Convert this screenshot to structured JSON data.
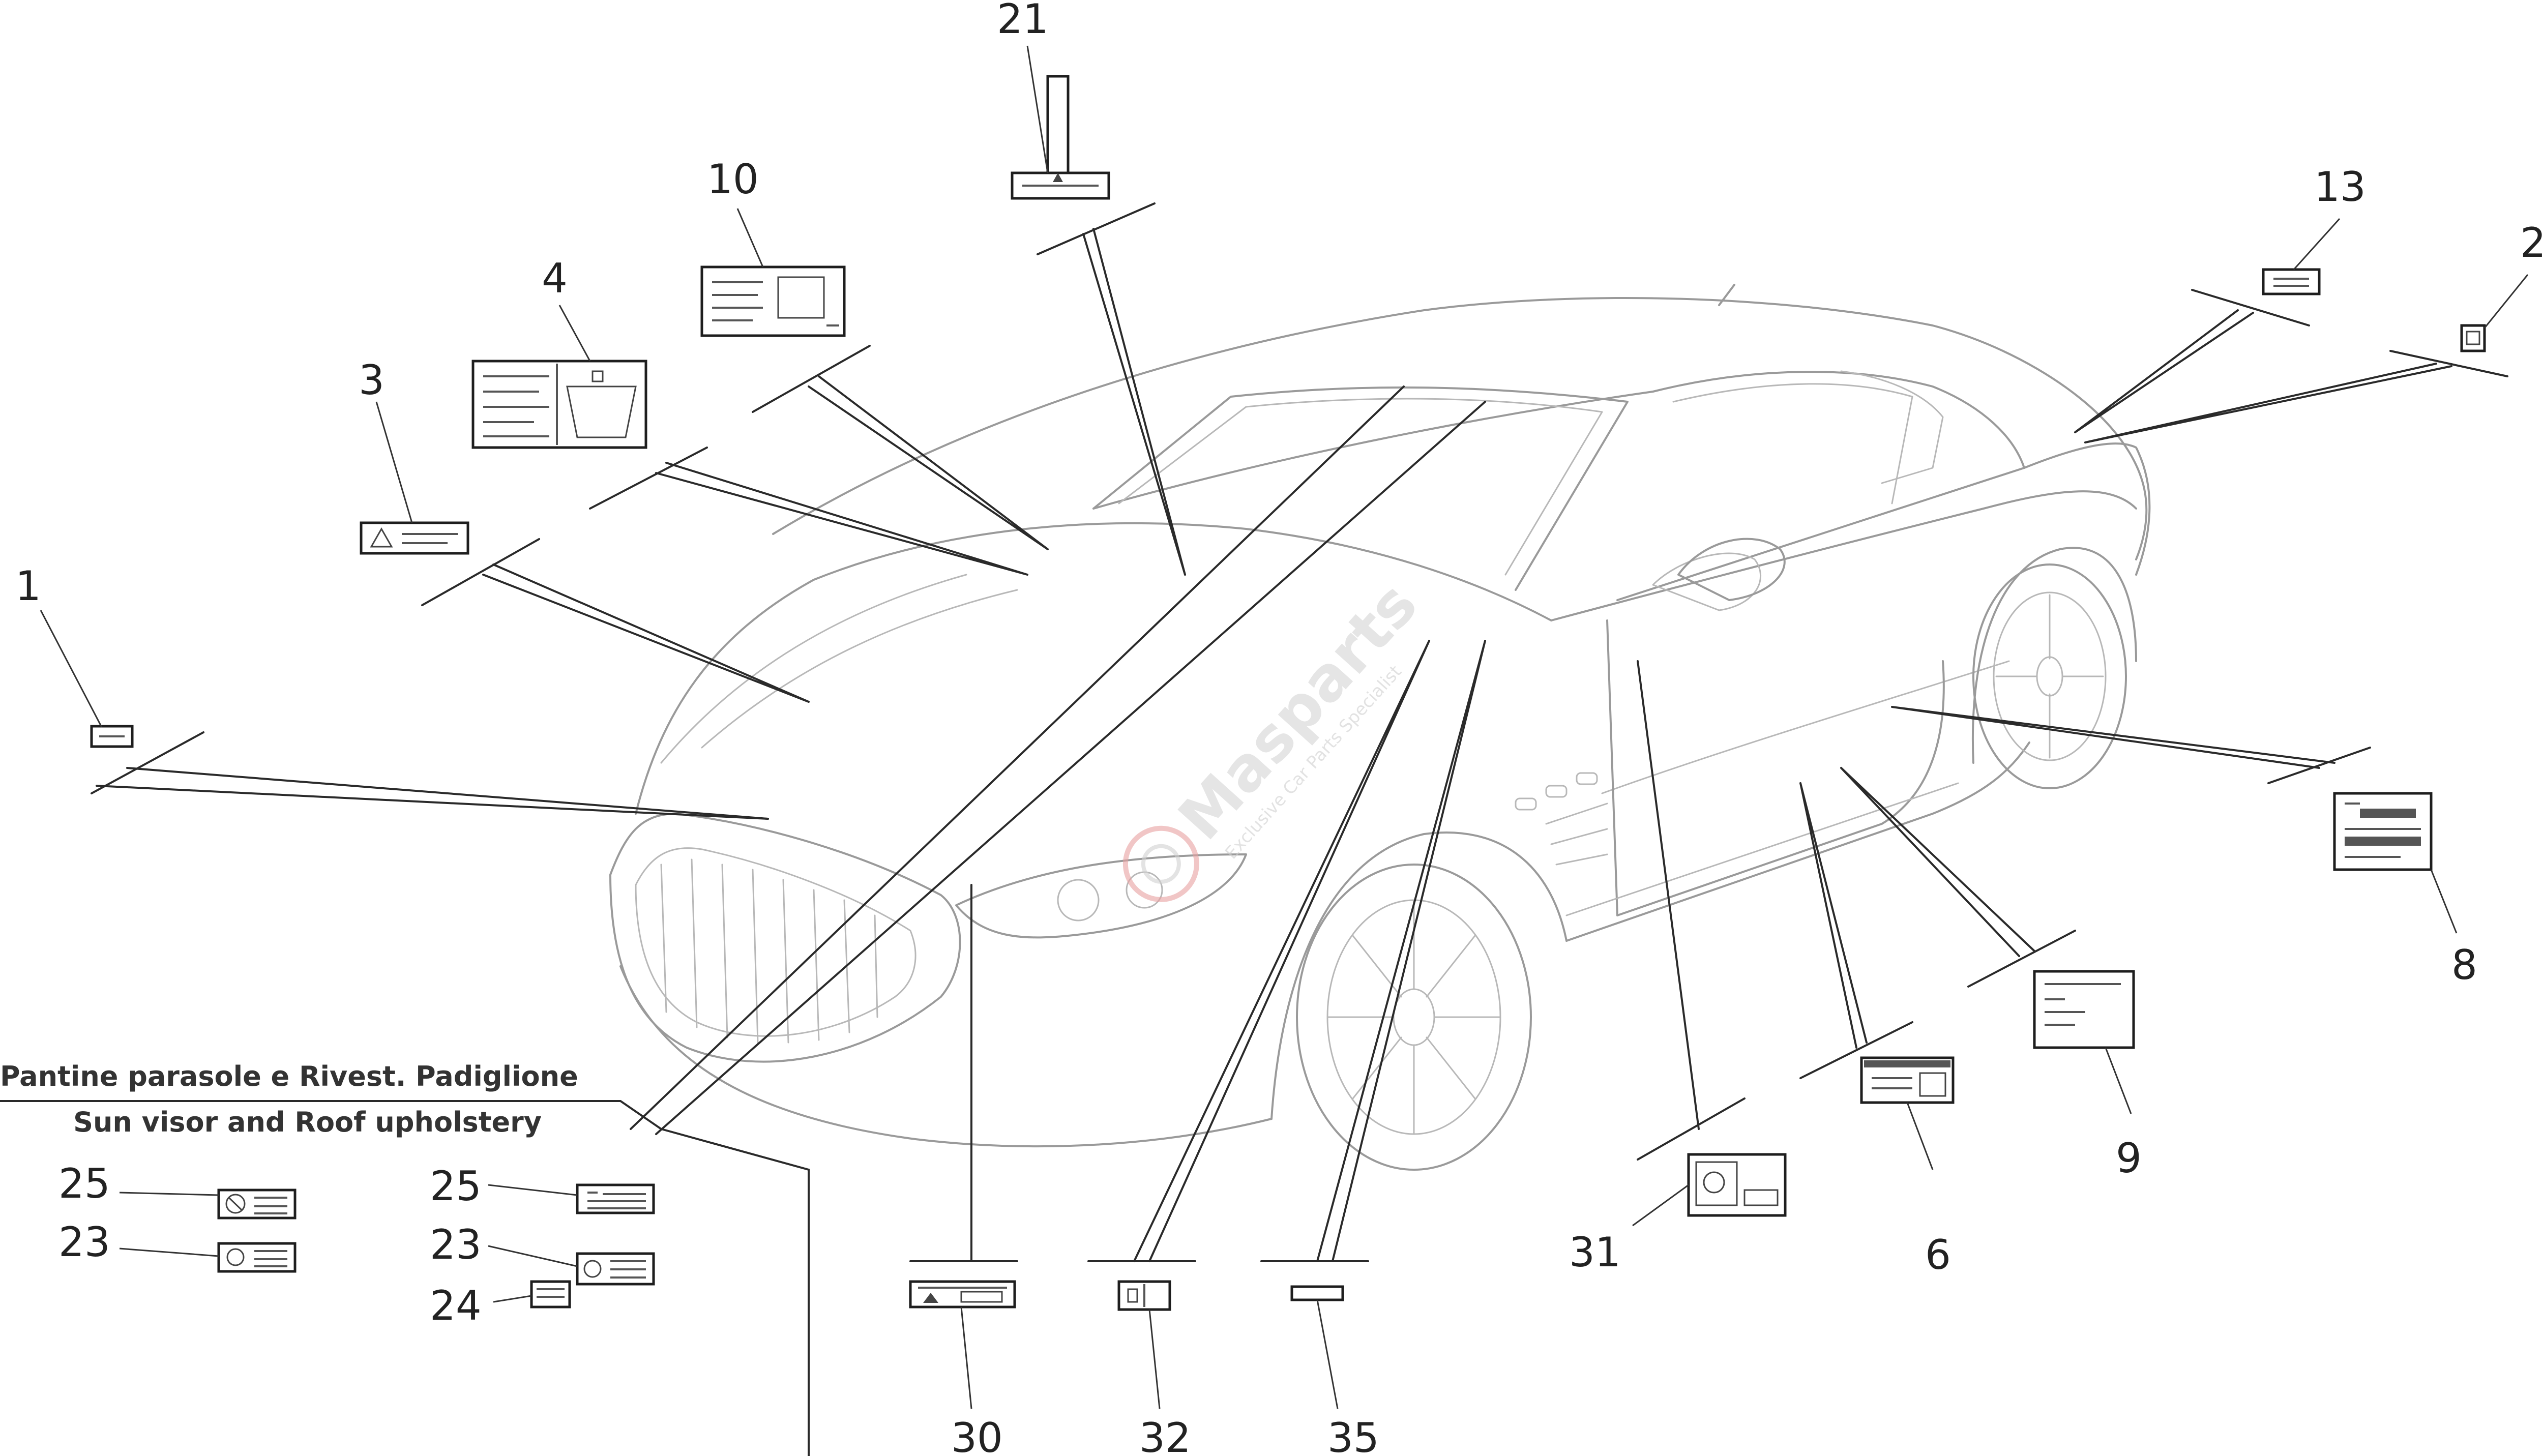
{
  "caption": {
    "line1": "Pantine parasole e Rivest. Padiglione",
    "line2": "Sun visor and Roof upholstery"
  },
  "callouts": {
    "c1": "1",
    "c2": "2",
    "c3": "3",
    "c4": "4",
    "c6": "6",
    "c8": "8",
    "c9": "9",
    "c10": "10",
    "c13": "13",
    "c21": "21",
    "c23a": "23",
    "c23b": "23",
    "c24": "24",
    "c25a": "25",
    "c25b": "25",
    "c30": "30",
    "c31": "31",
    "c32": "32",
    "c35": "35"
  },
  "watermark": {
    "brand": "Masparts",
    "tagline": "Exclusive Car Parts Specialist"
  },
  "colors": {
    "lines": "#1e1e1e",
    "car_outline": "#9a9a9a",
    "watermark": "#d0d0d0",
    "watermark_accent": "#e8a0a0"
  }
}
